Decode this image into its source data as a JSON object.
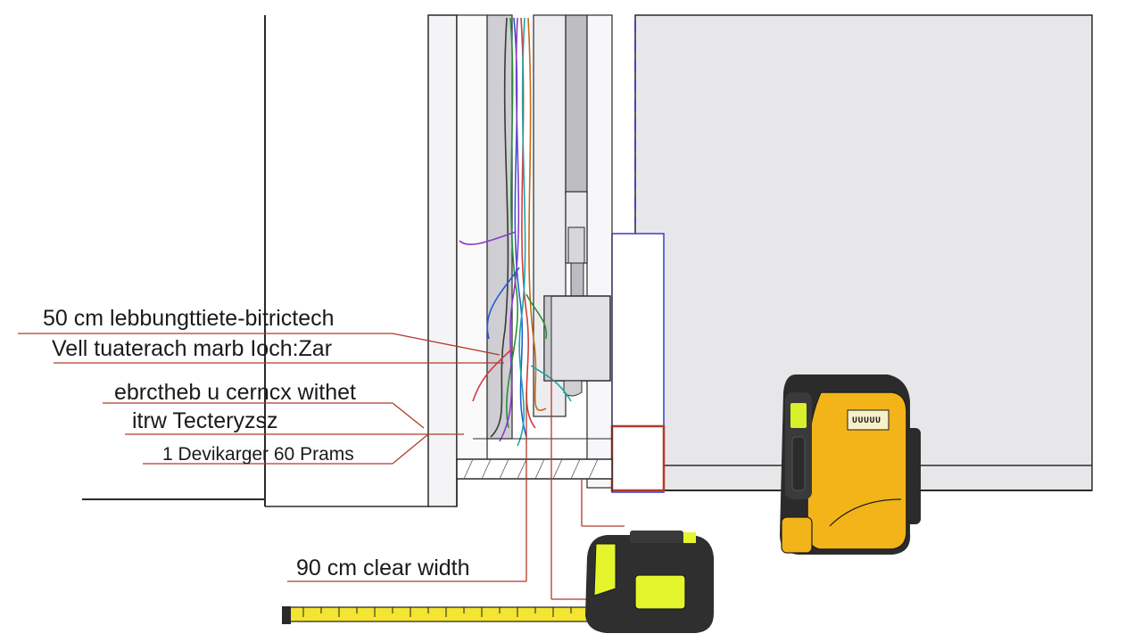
{
  "annotations": {
    "label_1": "50 cm lebbungttiete-bitrictech",
    "label_2": "Vell tuaterach marb Ioch:Zar",
    "label_3": "ebrctheb u cerncx withet",
    "label_4": "itrw Tecteryzsz",
    "label_5": "1 Devikarger 60 Prams",
    "label_6": "90 cm clear width"
  },
  "laser_level": {
    "screen_text": "UUUUU",
    "body_color": "#f2b418",
    "housing_color": "#2b2b2b",
    "accent_color": "#d8f02a"
  },
  "tape_measure": {
    "blade_color": "#f3e531",
    "housing_color": "#2f2f2f",
    "window_color": "#e4f52c"
  },
  "colors": {
    "wall": "#e7e7e9",
    "line": "#2a2a2a",
    "leader": "#b23a2a",
    "laser_line": "#3a3ad0"
  },
  "icons": [
    "laser-level-icon",
    "tape-measure-icon",
    "junction-box-icon"
  ]
}
